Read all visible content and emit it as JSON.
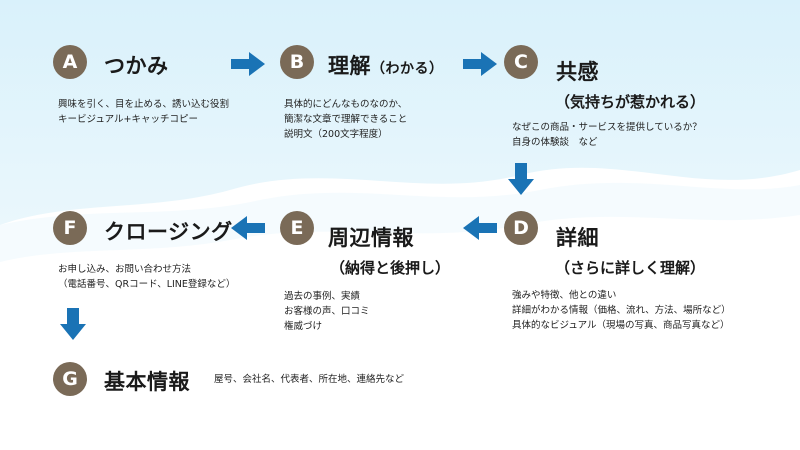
{
  "colors": {
    "badge": "#7a6a57",
    "arrow": "#1a73b5",
    "background_top": "#d6f0fa"
  },
  "steps": [
    {
      "letter": "A",
      "title": "つかみ",
      "title_suffix": "",
      "subtitle": "",
      "description": [
        "興味を引く、目を止める、誘い込む役割",
        "キービジュアル+キャッチコピー"
      ]
    },
    {
      "letter": "B",
      "title": "理解",
      "title_suffix": "（わかる）",
      "subtitle": "",
      "description": [
        "具体的にどんなものなのか、",
        "簡潔な文章で理解できること",
        "説明文（200文字程度）"
      ]
    },
    {
      "letter": "C",
      "title": "共感",
      "title_suffix": "",
      "subtitle": "（気持ちが惹かれる）",
      "description": [
        "なぜこの商品・サービスを提供しているか？",
        "自身の体験談　など"
      ]
    },
    {
      "letter": "D",
      "title": "詳細",
      "title_suffix": "",
      "subtitle": "（さらに詳しく理解）",
      "description": [
        "強みや特徴、他との違い",
        "詳細がわかる情報（価格、流れ、方法、場所など）",
        "具体的なビジュアル（現場の写真、商品写真など）"
      ]
    },
    {
      "letter": "E",
      "title": "周辺情報",
      "title_suffix": "",
      "subtitle": "（納得と後押し）",
      "description": [
        "過去の事例、実績",
        "お客様の声、口コミ",
        "権威づけ"
      ]
    },
    {
      "letter": "F",
      "title": "クロージング",
      "title_suffix": "",
      "subtitle": "",
      "description": [
        "お申し込み、お問い合わせ方法",
        "（電話番号、QRコード、LINE登録など）"
      ]
    },
    {
      "letter": "G",
      "title": "基本情報",
      "title_suffix": "",
      "subtitle": "",
      "description": [
        "屋号、会社名、代表者、所在地、連絡先など"
      ]
    }
  ],
  "arrows": [
    {
      "from": "A",
      "to": "B",
      "direction": "right"
    },
    {
      "from": "B",
      "to": "C",
      "direction": "right"
    },
    {
      "from": "C",
      "to": "D",
      "direction": "down"
    },
    {
      "from": "D",
      "to": "E",
      "direction": "left"
    },
    {
      "from": "E",
      "to": "F",
      "direction": "left"
    },
    {
      "from": "F",
      "to": "G",
      "direction": "down"
    }
  ]
}
